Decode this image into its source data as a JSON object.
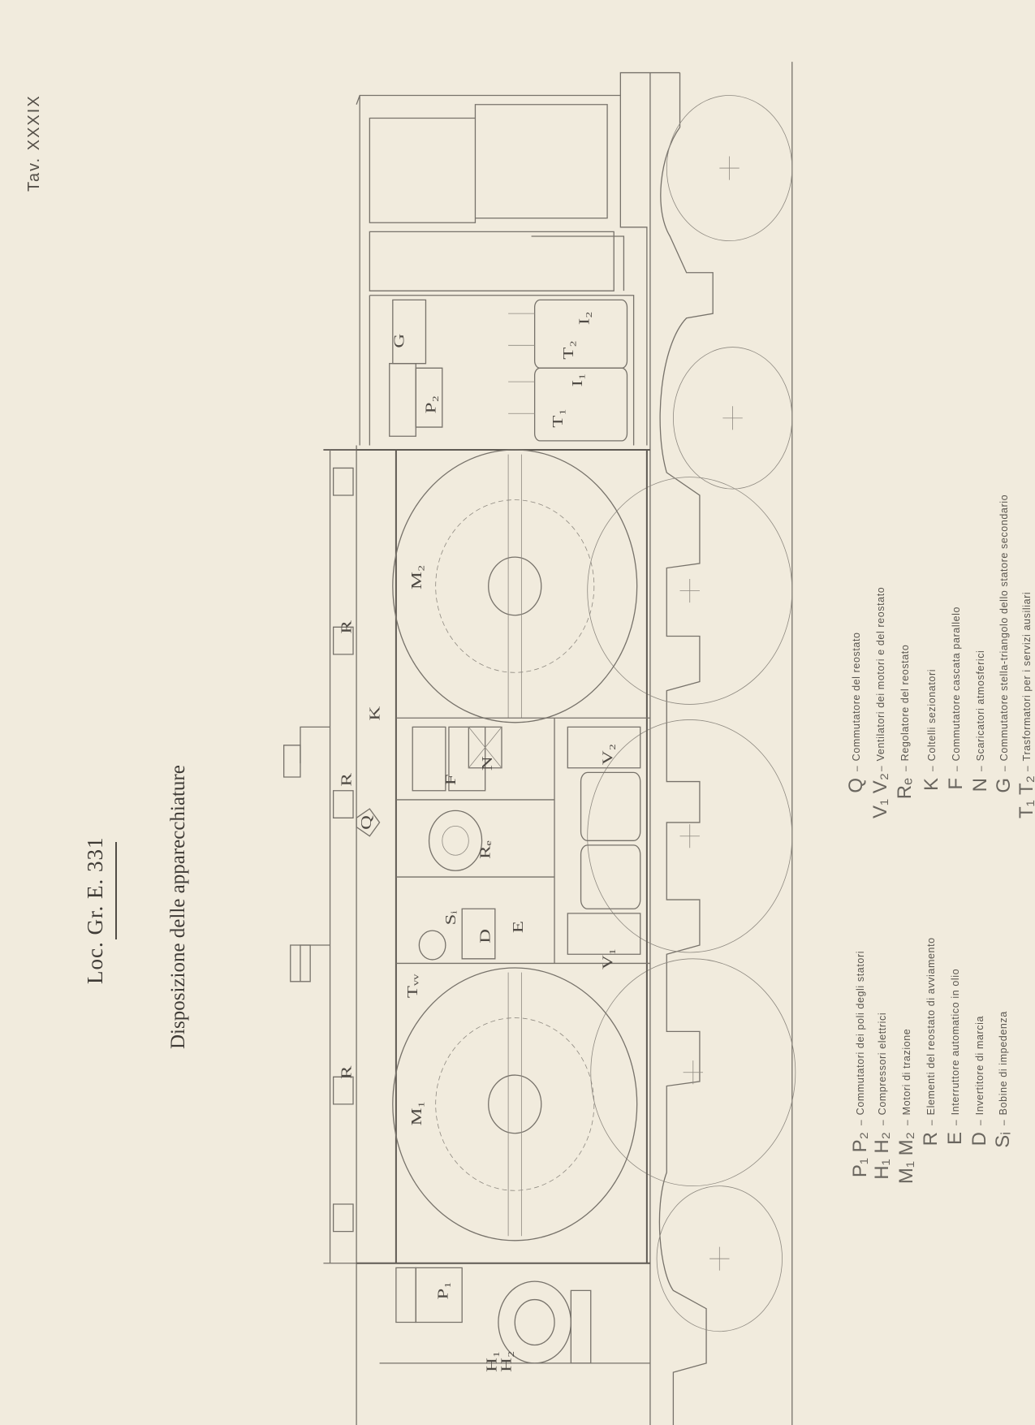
{
  "plate": "Tav. XXXIX",
  "title": "Loc. Gr. E. 331",
  "subtitle": "Disposizione delle apparecchiature",
  "diagram_labels": {
    "G": "G",
    "P2": "P₂",
    "I2": "I₂",
    "T2": "T₂",
    "I1": "I₁",
    "T1": "T₁",
    "M2": "M₂",
    "R_a": "R",
    "K": "K",
    "F": "F",
    "N": "N",
    "V2": "V₂",
    "R_b": "R",
    "Q": "Q",
    "Re": "Rₑ",
    "Si": "Sᵢ",
    "D": "D",
    "E": "E",
    "Tw": "Tᵥᵥ",
    "V1": "V₁",
    "R_c": "R",
    "M1": "M₁",
    "P1": "P₁",
    "H1": "H₁",
    "H2": "H₂"
  },
  "legend": {
    "separator": "–",
    "left": [
      {
        "symbol": "P₁ P₂",
        "description": "Commutatori dei poli degli statori"
      },
      {
        "symbol": "H₁ H₂",
        "description": "Compressori elettrici"
      },
      {
        "symbol": "M₁ M₂",
        "description": "Motori di trazione"
      },
      {
        "symbol": "R",
        "description": "Elementi del reostato di avviamento"
      },
      {
        "symbol": "E",
        "description": "Interruttore automatico in olio"
      },
      {
        "symbol": "D",
        "description": "Invertitore di marcia"
      },
      {
        "symbol": "Sᵢ",
        "description": "Bobine di impedenza"
      }
    ],
    "right": [
      {
        "symbol": "Q",
        "description": "Commutatore del reostato"
      },
      {
        "symbol": "V₁ V₂",
        "description": "Ventilatori dei motori e del reostato"
      },
      {
        "symbol": "Rₑ",
        "description": "Regolatore del reostato"
      },
      {
        "symbol": "K",
        "description": "Coltelli sezionatori"
      },
      {
        "symbol": "F",
        "description": "Commutatore cascata parallelo"
      },
      {
        "symbol": "N",
        "description": "Scaricatori atmosferici"
      },
      {
        "symbol": "G",
        "description": "Commutatore stella-triangolo dello statore secondario"
      },
      {
        "symbol": "T₁ T₂",
        "description": "Trasformatori per i servizi ausiliari"
      }
    ]
  }
}
